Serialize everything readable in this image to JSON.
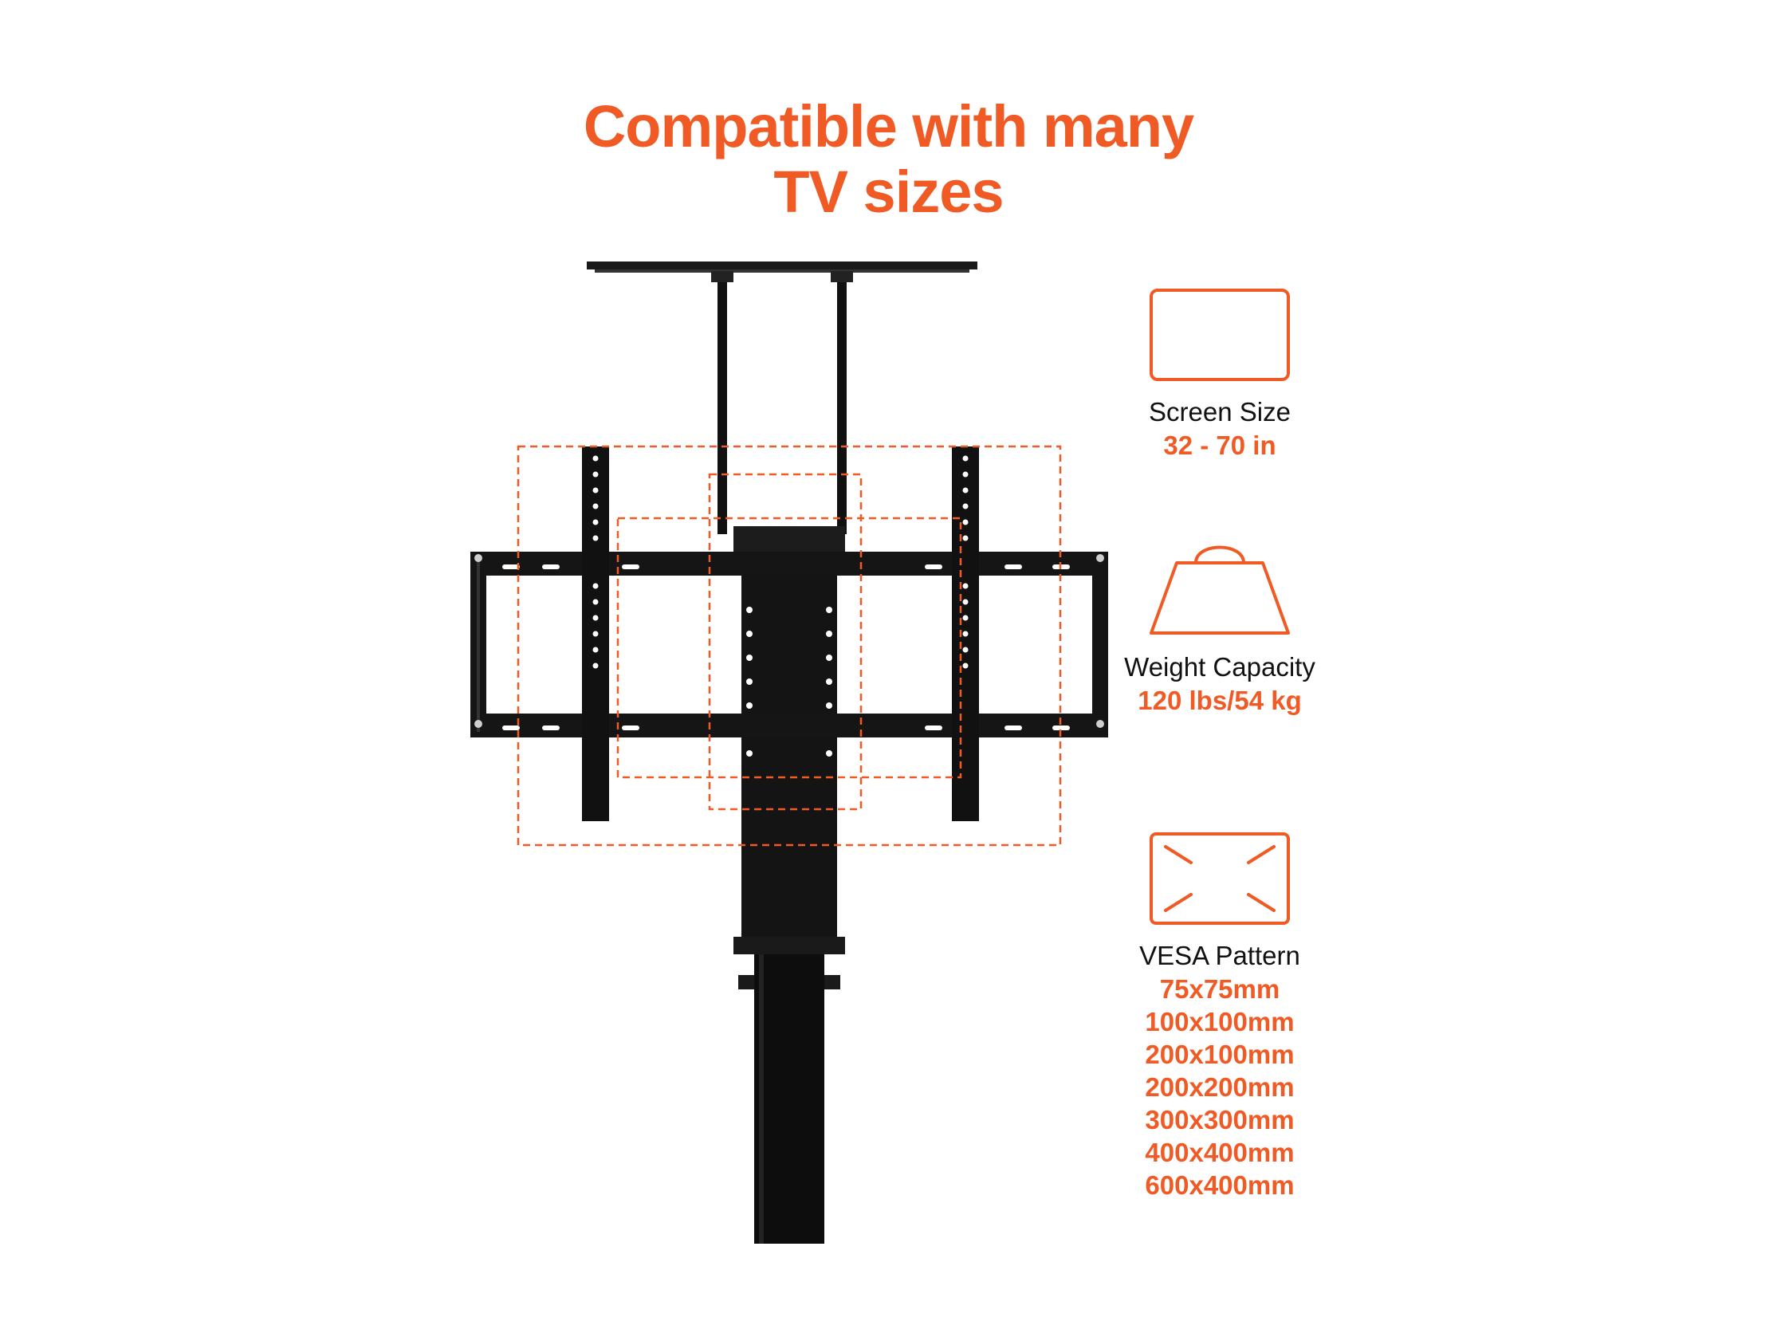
{
  "headline": {
    "line1": "Compatible with many",
    "line2": "TV sizes"
  },
  "accent_color": "#f05a24",
  "specs": {
    "screen_size": {
      "icon": "screen-icon",
      "label": "Screen Size",
      "value": "32 - 70 in"
    },
    "weight_capacity": {
      "icon": "weight-icon",
      "label": "Weight Capacity",
      "value": "120 lbs/54 kg"
    },
    "vesa_pattern": {
      "icon": "vesa-pattern-icon",
      "label": "VESA Pattern",
      "values": [
        "75x75mm",
        "100x100mm",
        "200x100mm",
        "200x200mm",
        "300x300mm",
        "400x400mm",
        "600x400mm"
      ]
    }
  }
}
